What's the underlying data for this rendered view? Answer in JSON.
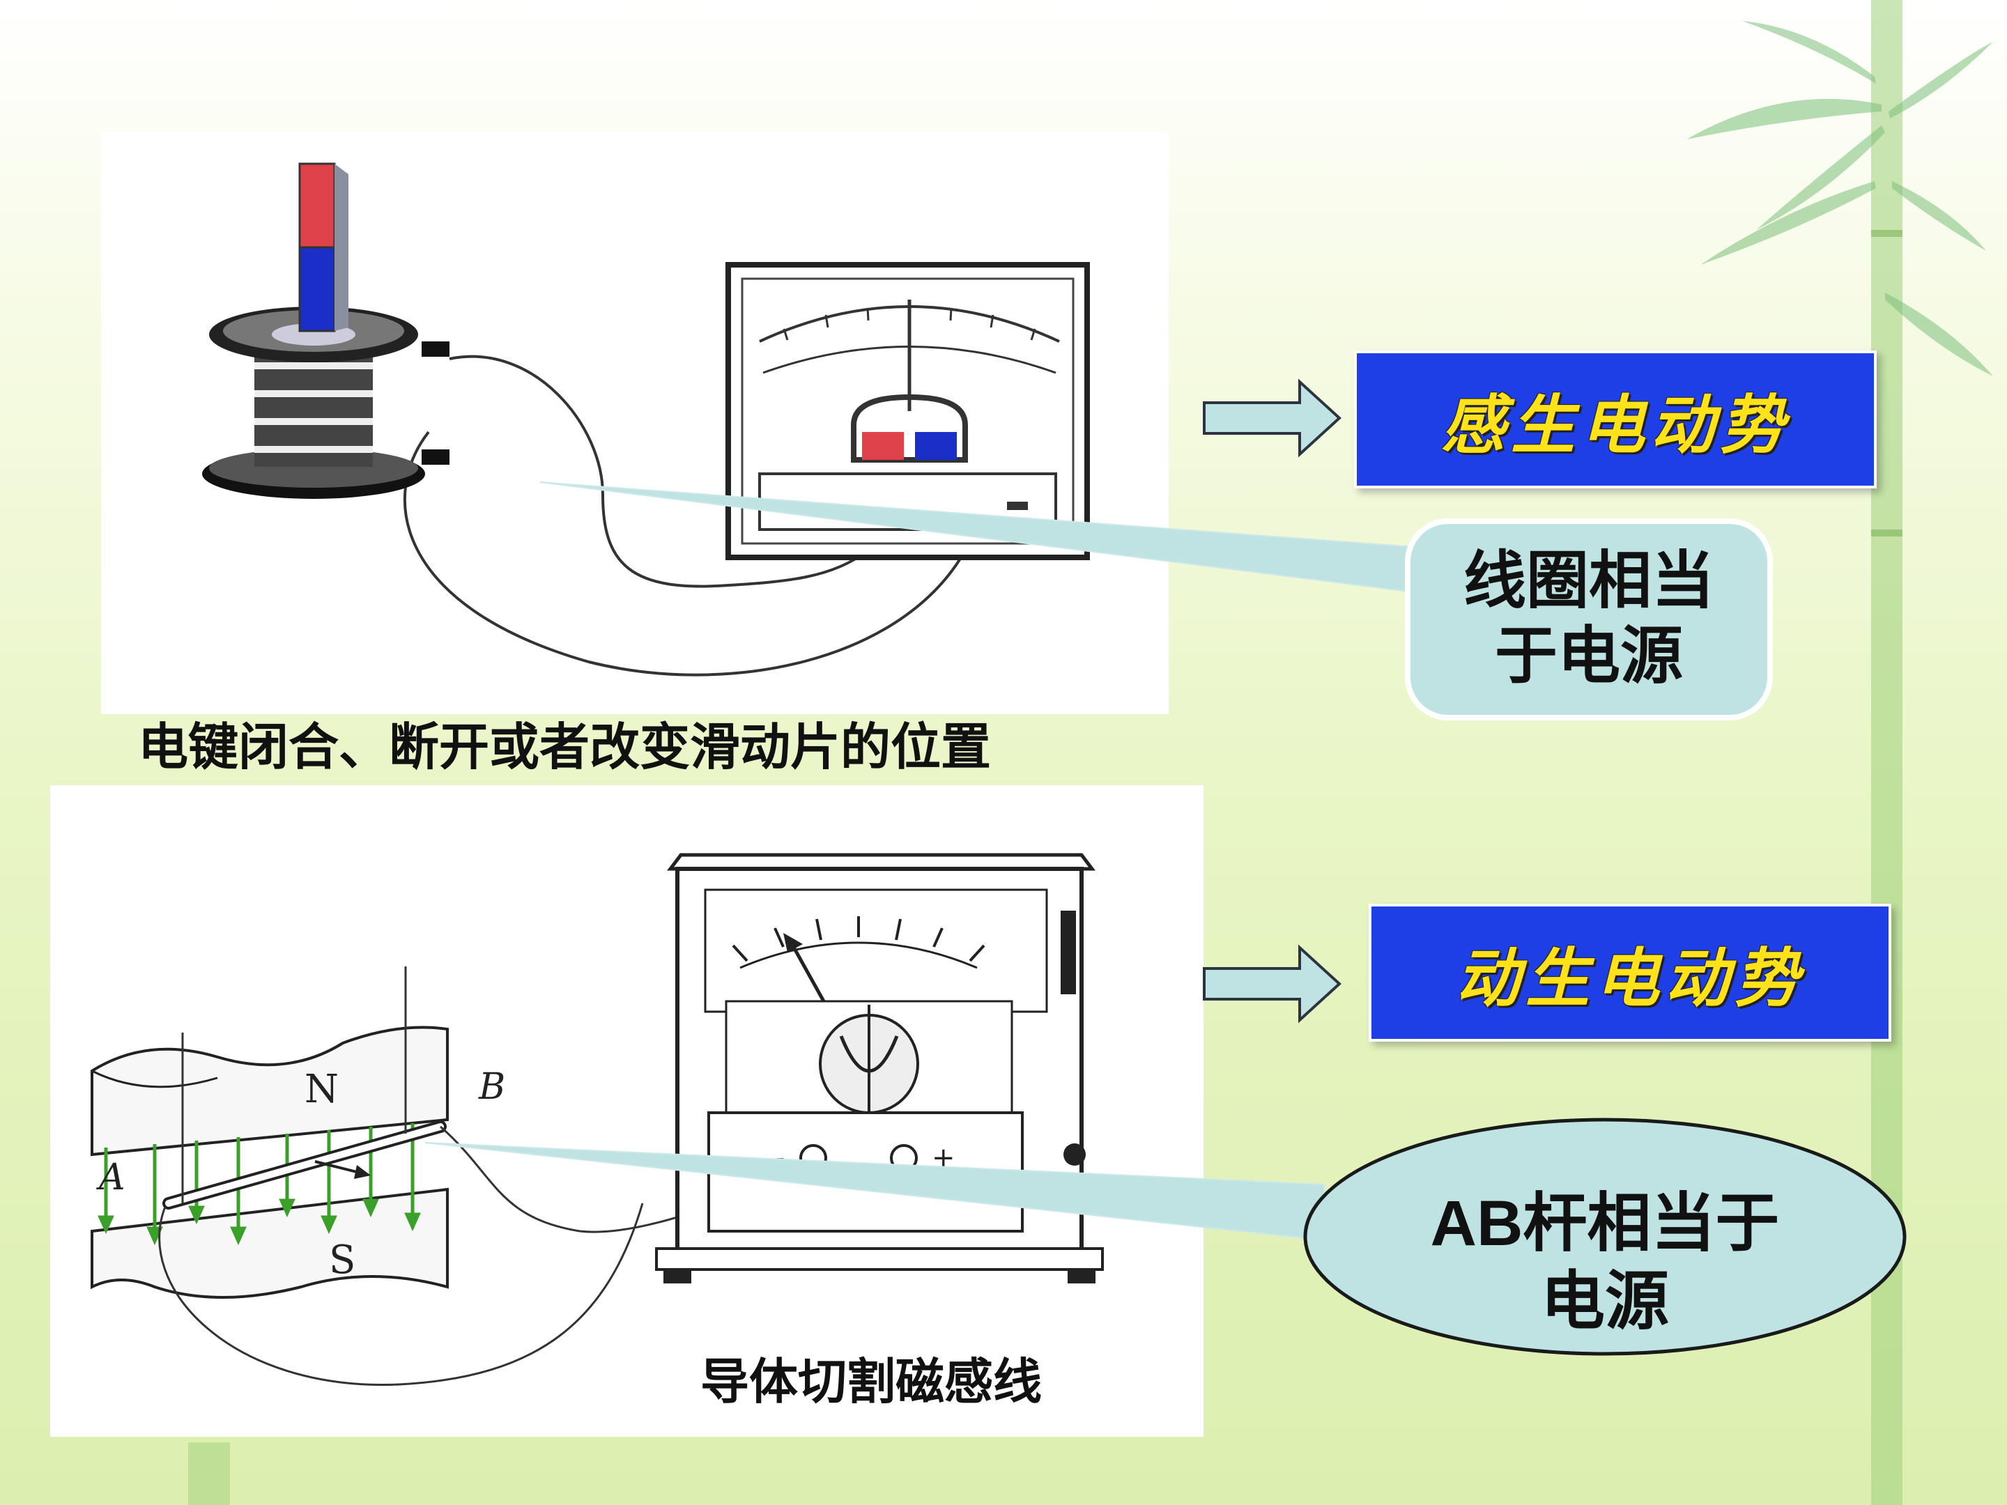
{
  "top_diagram": {
    "caption": "电键闭合、断开或者改变滑动片的位置",
    "result_label": "感生电动势",
    "callout_lines": [
      "线圈相当",
      "于电源"
    ]
  },
  "bottom_diagram": {
    "caption": "导体切割磁感线",
    "result_label": "动生电动势",
    "callout_lines": [
      "AB杆相当于",
      "电源"
    ],
    "labels": {
      "north": "N",
      "south": "S",
      "end_a": "A",
      "end_b": "B",
      "minus": "-",
      "plus": "+"
    }
  },
  "colors": {
    "label_box": "#1f3fe6",
    "label_text": "#ffe21a",
    "callout_fill": "#bfe3e3",
    "magnet_north": "#e0424a",
    "magnet_south": "#1a2fc8",
    "field_arrows": "#3aa02a"
  }
}
